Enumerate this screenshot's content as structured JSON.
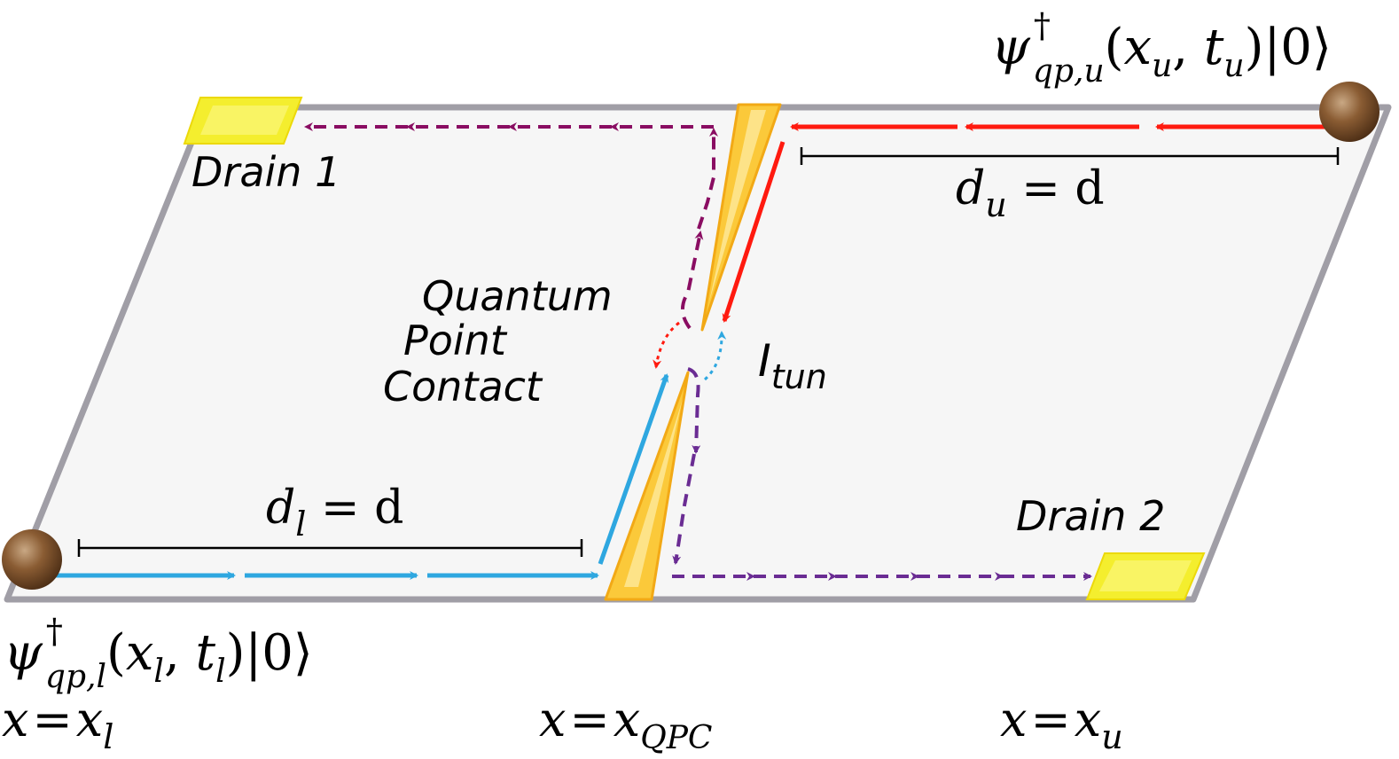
{
  "labels": {
    "drain1": "Drain 1",
    "drain2": "Drain 2",
    "qpc": [
      "Quantum",
      "Point",
      "Contact"
    ],
    "tunneling": {
      "main": "I",
      "sub": "tun"
    }
  },
  "upper_source": {
    "op": "ψ",
    "dagger": "†",
    "sub": "qp,u",
    "args_open": "(",
    "x": "x",
    "x_sub": "u",
    "comma": ", ",
    "t": "t",
    "t_sub": "u",
    "tail": ")|0⟩"
  },
  "lower_source": {
    "op": "ψ",
    "dagger": "†",
    "sub": "qp,l",
    "args_open": "(",
    "x": "x",
    "x_sub": "l",
    "comma": ", ",
    "t": "t",
    "t_sub": "l",
    "tail": ")|0⟩"
  },
  "distances": {
    "upper": {
      "var": "d",
      "sub": "u",
      "rest": " = d"
    },
    "lower": {
      "var": "d",
      "sub": "l",
      "rest": " = d"
    }
  },
  "positions": {
    "left": {
      "lhs": "x",
      "eq": "=",
      "var": "x",
      "sub": "l"
    },
    "center": {
      "lhs": "x",
      "eq": "=",
      "var": "x",
      "sub": "QPC"
    },
    "right": {
      "lhs": "x",
      "eq": "=",
      "var": "x",
      "sub": "u"
    }
  },
  "colors": {
    "plate": "#f6f6f6",
    "plate_edge": "#a09ea6",
    "drain": "#f4ee2e",
    "gate": "#fbc93a",
    "electron": "#7a4f2c",
    "upper_edge": "#ff1a0f",
    "lower_edge": "#2ea7e0",
    "drain1_path": "#8a0d62",
    "drain2_path": "#6a2c93"
  }
}
